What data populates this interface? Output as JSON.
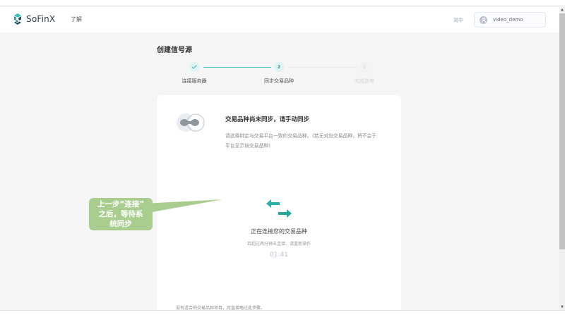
{
  "header": {
    "brand": "SoFinX",
    "nav_items": [
      {
        "label": "了解"
      }
    ],
    "language": "简中",
    "user": {
      "name": "video_demo"
    }
  },
  "page": {
    "title": "创建信号源",
    "steps": [
      {
        "number": "1",
        "label": "连接服务器",
        "status": "completed",
        "icon": "check-icon"
      },
      {
        "number": "2",
        "label": "同步交易品种",
        "status": "active"
      },
      {
        "number": "3",
        "label": "完成送审",
        "status": "pending"
      }
    ]
  },
  "card": {
    "icon": "sync-link-icon",
    "title": "交易品种尚未同步，请手动同步",
    "description": "请选择绑定与交易平台一致的交易品种。（若无对应交易品种，将不会于平台显示该交易品种）",
    "status_icon": "exchange-arrows-icon",
    "connecting_text": "正在连接您的交易品种",
    "hint_text": "若超过两分钟未连接，请重新操作",
    "timer": "01:41",
    "skip_note": "没有适合的交易品种项目，可直接略过此步骤。"
  },
  "annotation": {
    "text_lines": [
      "上一步“连接”",
      "之后，等待系",
      "统同步"
    ],
    "color": "#a8cd8e"
  },
  "colors": {
    "accent": "#3dbdb5",
    "accent_light": "#dff3f2",
    "pending": "#e6e9ec",
    "background": "#f5f5f5"
  }
}
